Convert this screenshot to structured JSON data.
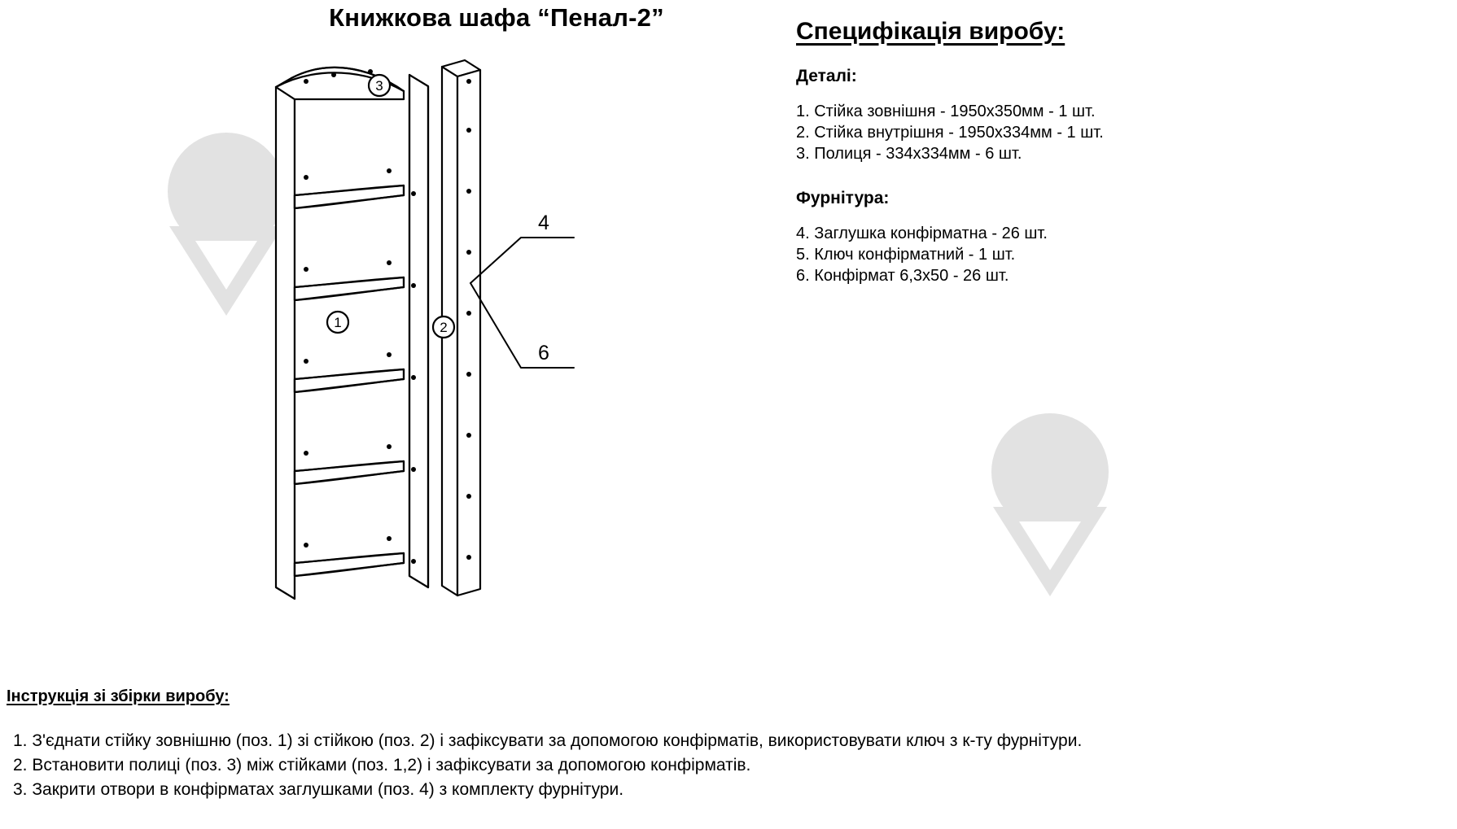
{
  "title": "Книжкова шафа “Пенал-2”",
  "specification": {
    "heading": "Специфікація виробу:",
    "parts_heading": "Деталі:",
    "parts": [
      "1. Стійка зовнішня - 1950х350мм - 1 шт.",
      "2. Стійка внутрішня - 1950х334мм - 1 шт.",
      "3. Полиця - 334х334мм - 6 шт."
    ],
    "hardware_heading": "Фурнітура:",
    "hardware": [
      "4. Заглушка конфірматна - 26 шт.",
      "5. Ключ конфірматний - 1 шт.",
      "6. Конфірмат 6,3х50 - 26 шт."
    ]
  },
  "instructions": {
    "heading": "Інструкція зі збірки виробу:",
    "steps": [
      "1. З'єднати стійку зовнішню (поз. 1) зі стійкою (поз. 2) і зафіксувати за допомогою конфірматів, використовувати ключ з к-ту фурнітури.",
      "2. Встановити полиці (поз. 3) між стійками (поз. 1,2) і зафіксувати за допомогою конфірматів.",
      "3. Закрити отвори в конфірматах заглушками (поз. 4) з комплекту фурнітури."
    ]
  },
  "drawing": {
    "callouts": [
      {
        "id": "callout-1",
        "label": "1"
      },
      {
        "id": "callout-2",
        "label": "2"
      },
      {
        "id": "callout-3",
        "label": "3"
      }
    ],
    "leader_labels": [
      {
        "id": "leader-4",
        "label": "4"
      },
      {
        "id": "leader-6",
        "label": "6"
      }
    ]
  },
  "colors": {
    "line": "#000000",
    "text": "#000000",
    "watermark": "#e2e2e2",
    "background": "#ffffff"
  }
}
